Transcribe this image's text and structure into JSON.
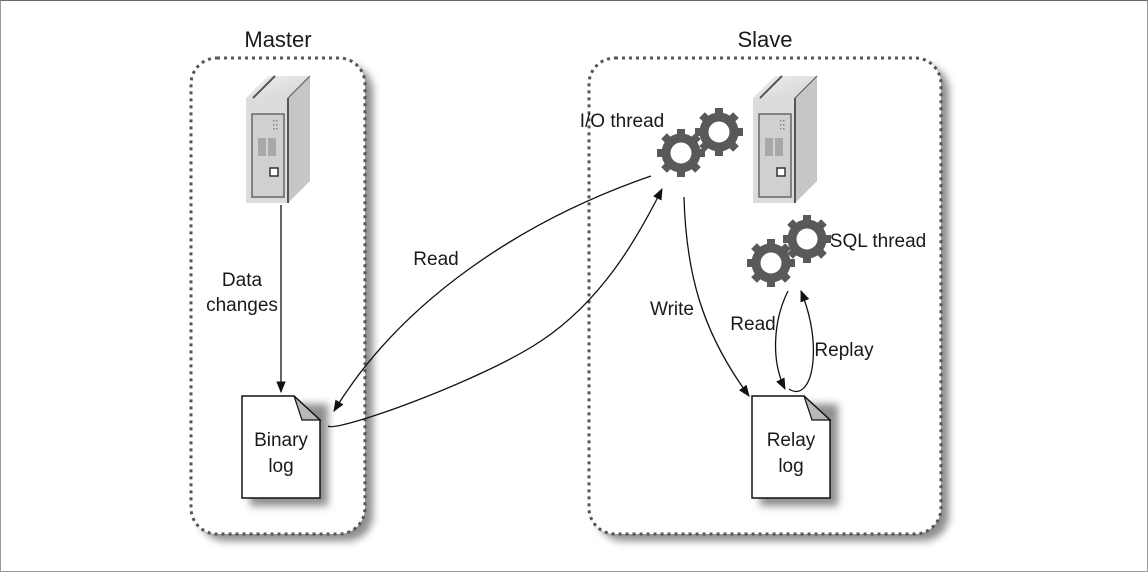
{
  "diagram": {
    "master": {
      "title": "Master",
      "server_icon": "server-icon",
      "edge_label_lines": [
        "Data",
        "changes"
      ],
      "binary_log_lines": [
        "Binary",
        "log"
      ]
    },
    "slave": {
      "title": "Slave",
      "server_icon": "server-icon",
      "io_thread_label": "I/O thread",
      "sql_thread_label": "SQL thread",
      "write_label": "Write",
      "read_label": "Read",
      "replay_label": "Replay",
      "relay_log_lines": [
        "Relay",
        "log"
      ]
    },
    "cross_read_label": "Read",
    "colors": {
      "gear": "#595959",
      "box_border": "#555555",
      "shadow": "#9a9a9a",
      "page_fold": "#b8b8b8",
      "server_face": "#d9d9d9",
      "server_side": "#c4c4c4"
    }
  }
}
